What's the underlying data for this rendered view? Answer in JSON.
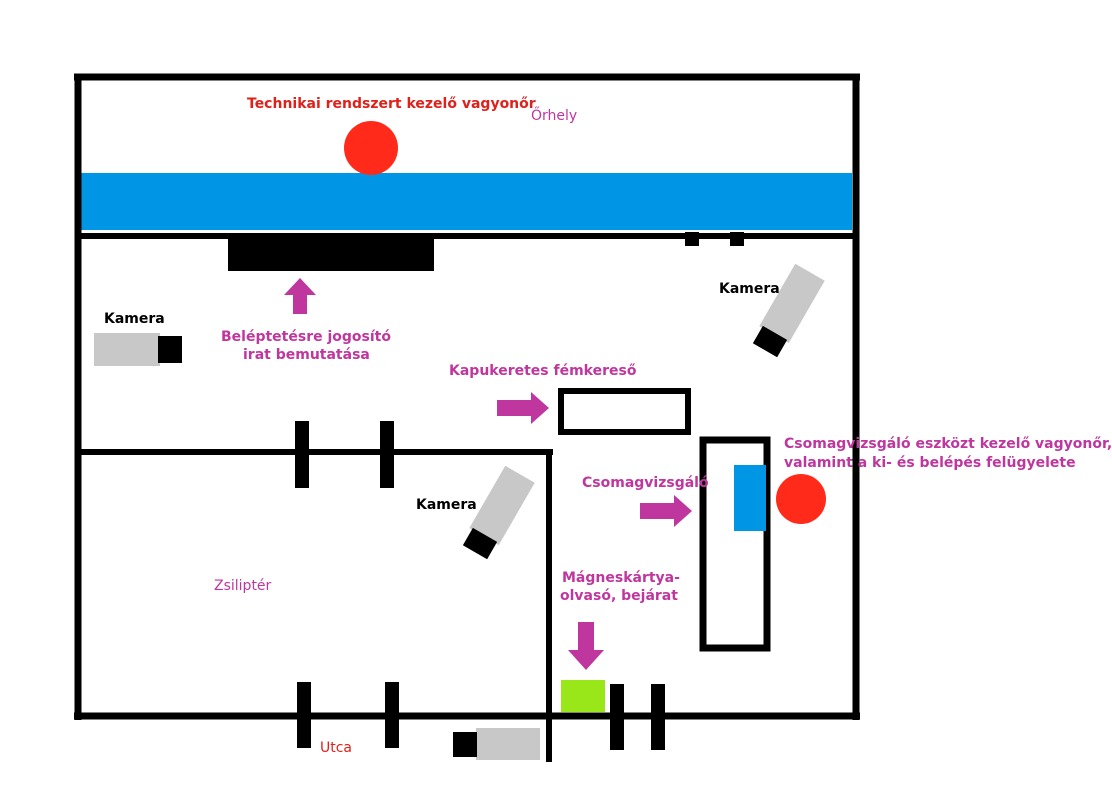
{
  "colors": {
    "wall": "#000000",
    "counter": "#0096e6",
    "guard": "#ff2a1a",
    "magenta": "#c0369f",
    "camera_body": "#c8c8c8",
    "camera_lens": "#000000",
    "card_reader": "#99e619",
    "red_text": "#e0201a"
  },
  "labels": {
    "guard_top": "Technikai rendszert kezelő vagyonőr",
    "guard_room": "Őrhely",
    "id_check_line1": "Beléptetésre jogosító",
    "id_check_line2": "irat bemutatása",
    "metal_detector": "Kapukeretes fémkereső",
    "scanner": "Csomagvizsgáló",
    "guard_right_line1": "Csomagvizsgáló eszközt kezelő vagyonőr,",
    "guard_right_line2": "valamint a ki- és belépés felügyelete",
    "card_reader_line1": "Mágneskártya-",
    "card_reader_line2": "olvasó, bejárat",
    "airlock": "Zsiliptér",
    "street": "Utca",
    "camera_left": "Kamera",
    "camera_right": "Kamera",
    "camera_middle": "Kamera"
  },
  "icons": {
    "camera": "security-camera-icon",
    "arrow": "arrow-icon",
    "guard": "person-dot-icon"
  }
}
